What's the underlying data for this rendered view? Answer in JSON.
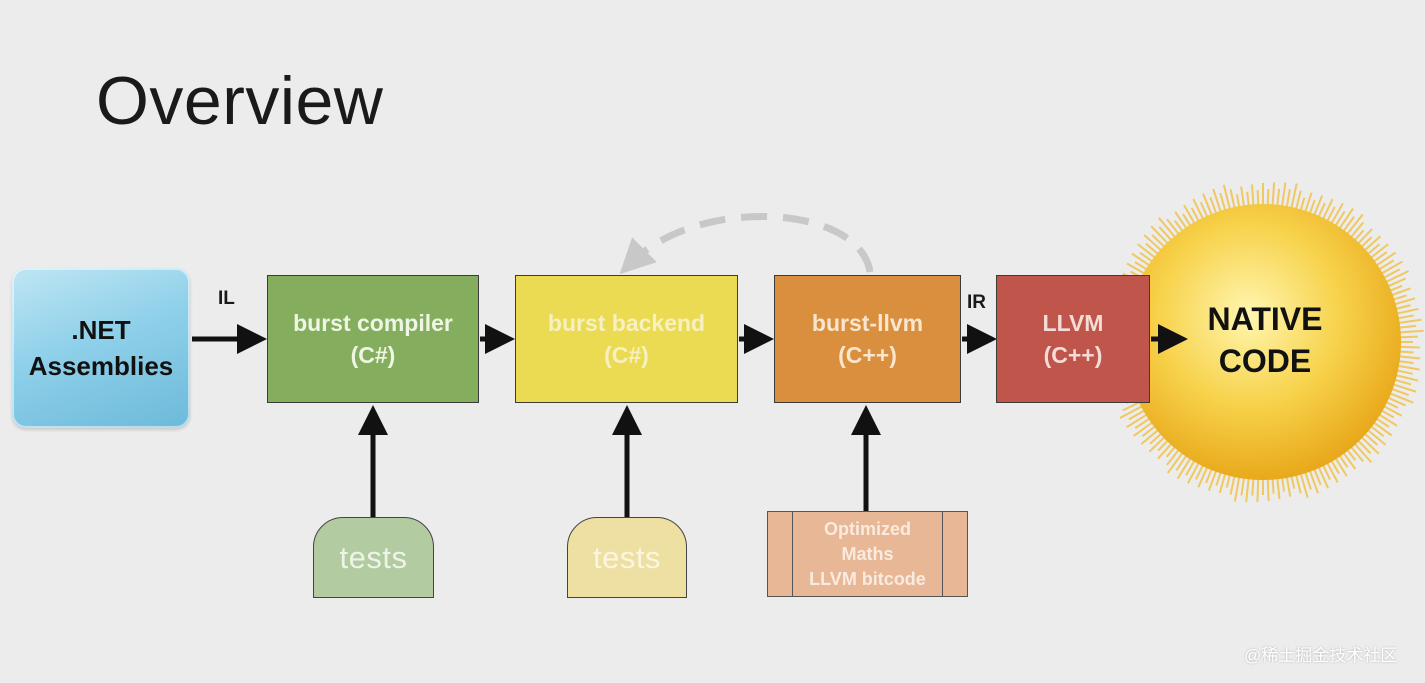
{
  "title": "Overview",
  "source": {
    "line1": ".NET",
    "line2": "Assemblies"
  },
  "edge_labels": {
    "il": "IL",
    "ir": "IR"
  },
  "stages": [
    {
      "line1": "burst compiler",
      "line2": "(C#)"
    },
    {
      "line1": "burst backend",
      "line2": "(C#)"
    },
    {
      "line1": "burst-llvm",
      "line2": "(C++)"
    },
    {
      "line1": "LLVM",
      "line2": "(C++)"
    }
  ],
  "inputs": {
    "tests_compiler": "tests",
    "tests_backend": "tests",
    "bitcode": {
      "line1": "Optimized",
      "line2": "Maths",
      "line3": "LLVM bitcode"
    }
  },
  "output": {
    "line1": "NATIVE",
    "line2": "CODE"
  },
  "watermark": "@稀土掘金技术社区",
  "colors": {
    "compiler": "#85ad5e",
    "backend": "#eadb52",
    "burst_llvm": "#d98f3e",
    "llvm": "#c0564b",
    "assemblies": "#8fd0ea",
    "sun": "#f4c430",
    "feedback_arrow": "#c8c8c8"
  },
  "icons": {
    "source": "ice-cube-icon",
    "output": "sun-icon"
  }
}
